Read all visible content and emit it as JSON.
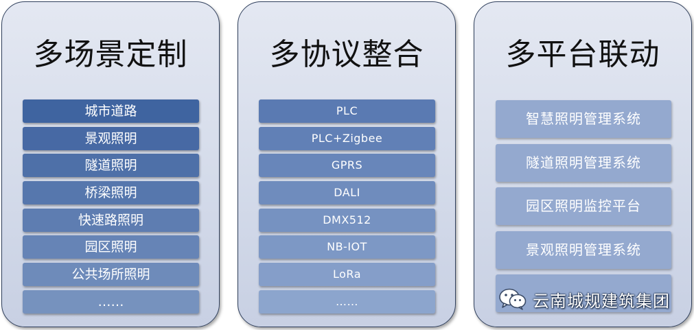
{
  "panels": [
    {
      "title": "多场景定制",
      "items": [
        "城市道路",
        "景观照明",
        "隧道照明",
        "桥梁照明",
        "快速路照明",
        "园区照明",
        "公共场所照明",
        "……"
      ],
      "colors": [
        "#3f64a0",
        "#4769a4",
        "#4e70a8",
        "#5677ad",
        "#5e7db1",
        "#6684b6",
        "#6e8bba",
        "#7692be"
      ]
    },
    {
      "title": "多协议整合",
      "items": [
        "PLC",
        "PLC+Zigbee",
        "GPRS",
        "DALI",
        "DMX512",
        "NB-IOT",
        "LoRa",
        "……"
      ],
      "colors": [
        "#5a7ab2",
        "#6180b6",
        "#6886ba",
        "#6f8cbd",
        "#7692c1",
        "#7d98c5",
        "#859ec9",
        "#8ca5cd"
      ]
    },
    {
      "title": "多平台联动",
      "items": [
        "智慧照明管理系统",
        "隧道照明管理系统",
        "园区照明监控平台",
        "景观照明管理系统"
      ]
    }
  ],
  "watermark": {
    "icon": "wechat-icon",
    "text": "云南城规建筑集团"
  }
}
